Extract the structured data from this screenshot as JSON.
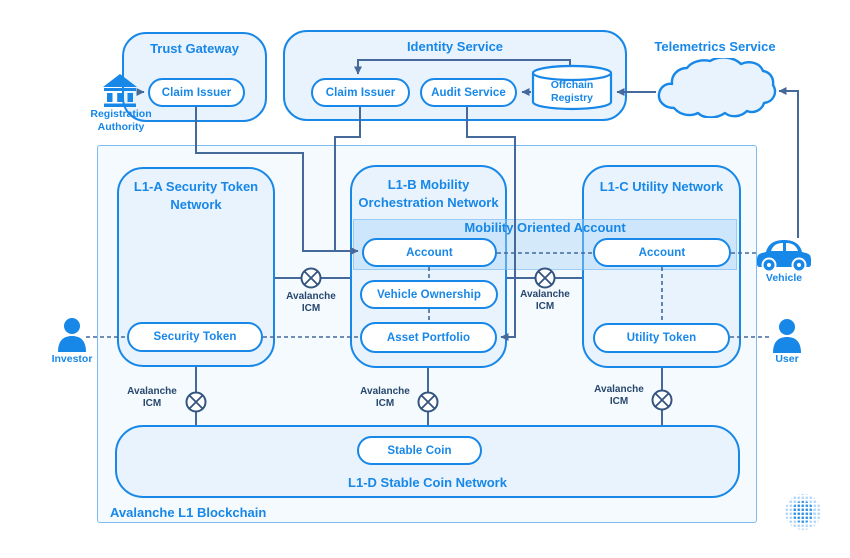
{
  "colors": {
    "accent": "#1787e8",
    "connector": "#45699a",
    "icm_text": "#27476e",
    "box_fill": "#e9f3fd"
  },
  "external": {
    "registration_authority": {
      "line1": "Registration",
      "line2": "Authority"
    },
    "trust_gateway": {
      "title": "Trust Gateway",
      "claim_issuer": "Claim Issuer"
    },
    "identity_service": {
      "title": "Identity Service",
      "claim_issuer": "Claim Issuer",
      "audit_service": "Audit Service",
      "offchain_registry": {
        "line1": "Offchain",
        "line2": "Registry"
      }
    },
    "telemetrics_service": {
      "title": "Telemetrics Service"
    }
  },
  "blockchain": {
    "container_label": "Avalanche L1 Blockchain",
    "l1a": {
      "title_line1": "L1-A Security Token",
      "title_line2": "Network",
      "security_token": "Security Token"
    },
    "l1b": {
      "title_line1": "L1-B Mobility",
      "title_line2": "Orchestration Network",
      "account": "Account",
      "vehicle_ownership": "Vehicle Ownership",
      "asset_portfolio": "Asset Portfolio"
    },
    "l1c": {
      "title": "L1-C Utility Network",
      "account": "Account",
      "utility_token": "Utility Token"
    },
    "l1d": {
      "title": "L1-D Stable Coin Network",
      "stable_coin": "Stable Coin"
    },
    "mobility_band_label": "Mobility Oriented Account",
    "icm_label": {
      "line1": "Avalanche",
      "line2": "ICM"
    }
  },
  "actors": {
    "investor": "Investor",
    "vehicle": "Vehicle",
    "user": "User"
  }
}
